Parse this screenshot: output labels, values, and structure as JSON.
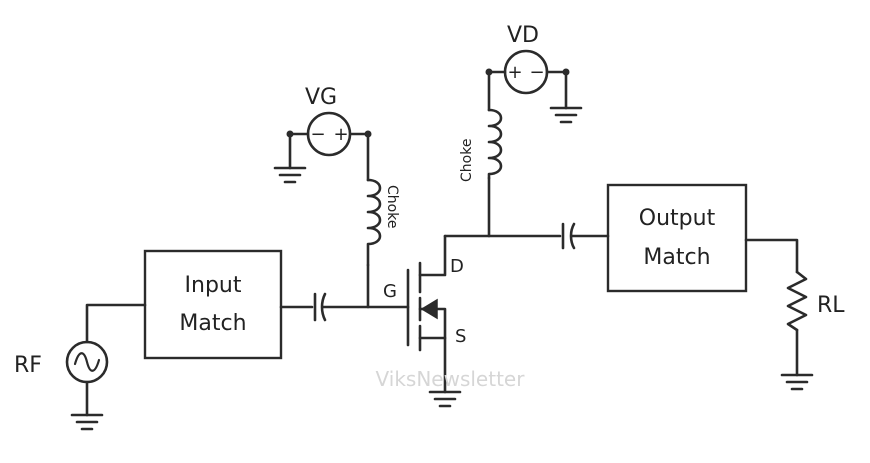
{
  "labels": {
    "rf": "RF",
    "input_match_line1": "Input",
    "input_match_line2": "Match",
    "output_match_line1": "Output",
    "output_match_line2": "Match",
    "vg": "VG",
    "vd": "VD",
    "choke_gate": "Choke",
    "choke_drain": "Choke",
    "gate": "G",
    "drain": "D",
    "source": "S",
    "load": "RL",
    "vg_minus": "−",
    "vg_plus": "+",
    "vd_plus": "+",
    "vd_minus": "−"
  },
  "watermark": "ViksNewsletter"
}
